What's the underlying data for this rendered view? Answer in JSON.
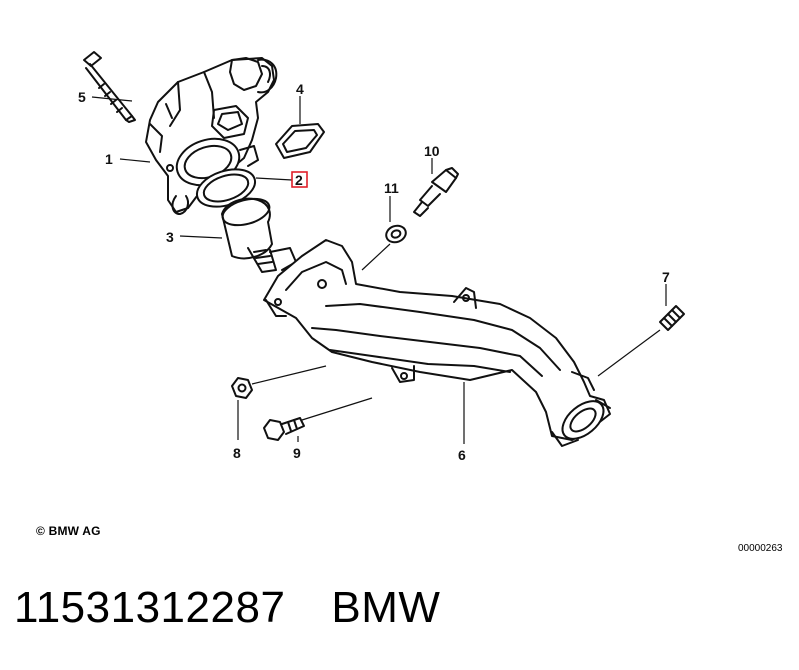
{
  "diagram": {
    "callouts": [
      "1",
      "2",
      "3",
      "4",
      "5",
      "6",
      "7",
      "8",
      "9",
      "10",
      "11"
    ],
    "highlight_color": "#e0202a",
    "copyright": "© BMW AG",
    "image_code": "00000263"
  },
  "caption": {
    "part_number": "11531312287",
    "brand": "BMW"
  }
}
